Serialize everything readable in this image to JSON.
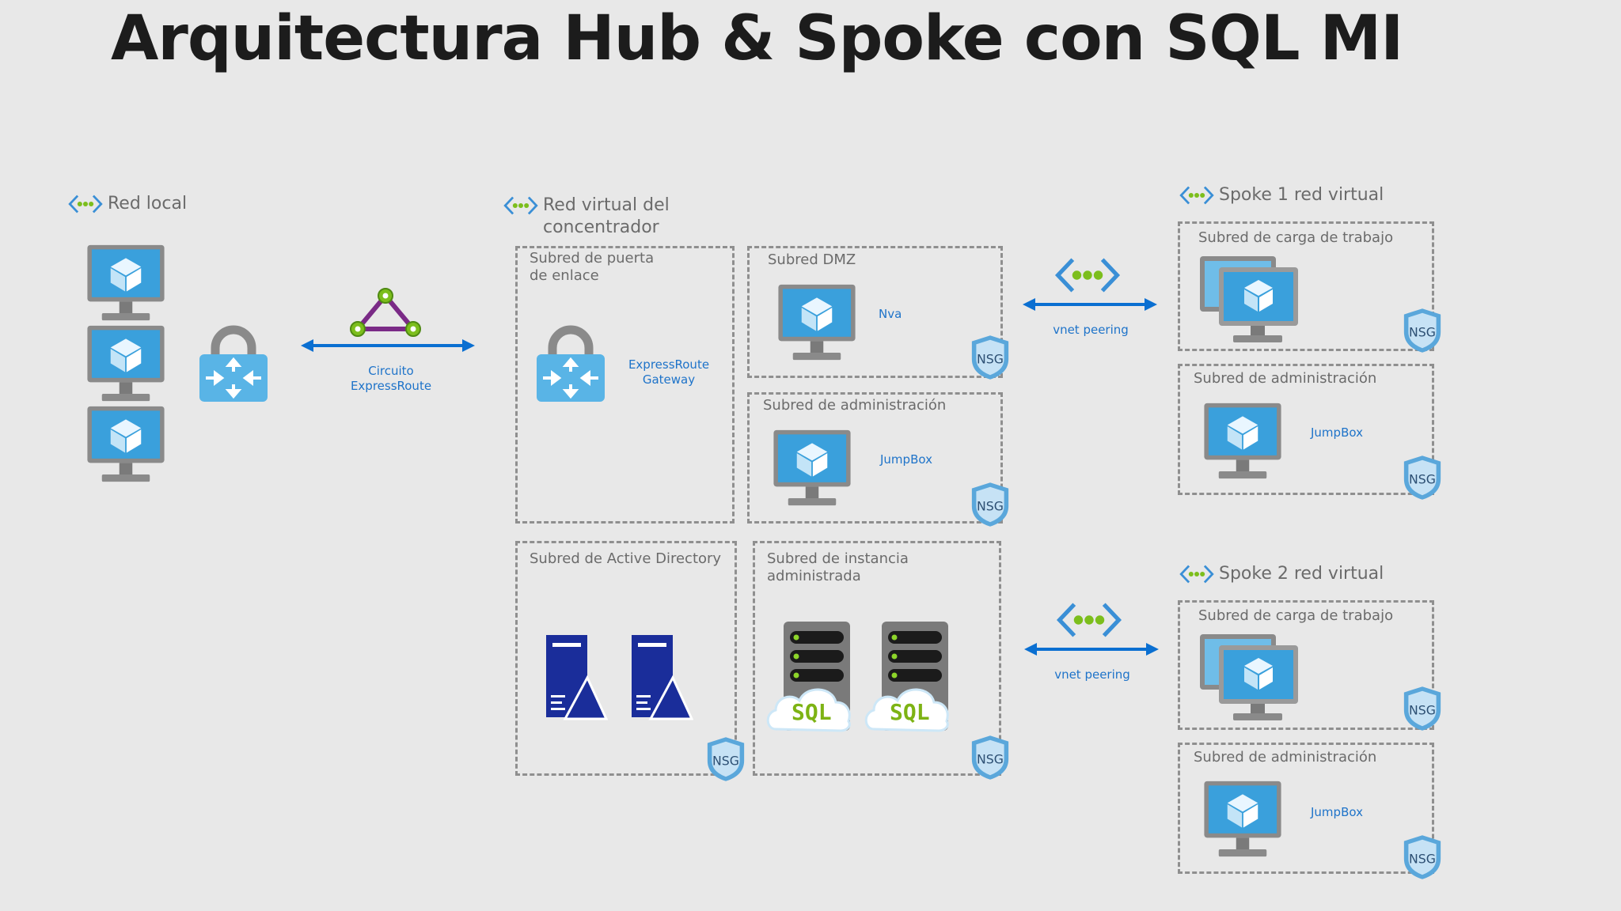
{
  "title": "Arquitectura Hub & Spoke con SQL MI",
  "onprem": {
    "label": "Red local"
  },
  "expressroute": {
    "circuit_label": "Circuito\nExpressRoute"
  },
  "hub": {
    "label": "Red virtual del\nconcentrador",
    "gateway_subnet": {
      "label": "Subred de puerta\nde enlace",
      "gateway_label": "ExpressRoute\nGateway"
    },
    "dmz_subnet": {
      "label": "Subred DMZ",
      "vm_label": "Nva"
    },
    "admin_subnet": {
      "label": "Subred de administración",
      "vm_label": "JumpBox"
    },
    "ad_subnet": {
      "label": "Subred de Active Directory"
    },
    "mi_subnet": {
      "label": "Subred de instancia\nadministrada",
      "sql_label": "SQL"
    }
  },
  "peering": {
    "label": "vnet peering"
  },
  "spoke1": {
    "label": "Spoke 1 red virtual",
    "workload_subnet": {
      "label": "Subred de carga de trabajo"
    },
    "admin_subnet": {
      "label": "Subred de administración",
      "vm_label": "JumpBox"
    }
  },
  "spoke2": {
    "label": "Spoke 2 red virtual",
    "workload_subnet": {
      "label": "Subred de carga de trabajo"
    },
    "admin_subnet": {
      "label": "Subred de administración",
      "vm_label": "JumpBox"
    }
  },
  "nsg_label": "NSG",
  "colors": {
    "vm_blue": "#3aa0dc",
    "arrow_blue": "#0a6fd1",
    "nsg_blue": "#5aa7db",
    "ad_navy": "#1a2d9a",
    "sql_green": "#7db314",
    "vnet_green": "#7cbe1c",
    "express_purple": "#7a2a86"
  }
}
